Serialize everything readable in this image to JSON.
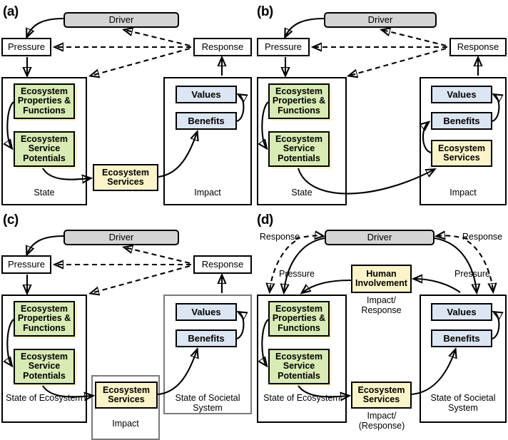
{
  "figure": {
    "accent_green": "#d9ebb4",
    "accent_yellow": "#fbf3c9",
    "accent_blue": "#dce5f2",
    "accent_grey": "#d4d4d4"
  },
  "panels": [
    {
      "id": "a",
      "label": "(a)",
      "driver": "Driver",
      "pressure": "Pressure",
      "response": "Response",
      "state_caption": "State",
      "impact_caption": "Impact",
      "eco_props": "Ecosystem Properties & Functions",
      "eco_potentials": "Ecosystem Service Potentials",
      "eco_services": "Ecosystem Services",
      "values": "Values",
      "benefits": "Benefits"
    },
    {
      "id": "b",
      "label": "(b)",
      "driver": "Driver",
      "pressure": "Pressure",
      "response": "Response",
      "state_caption": "State",
      "impact_caption": "Impact",
      "eco_props": "Ecosystem Properties & Functions",
      "eco_potentials": "Ecosystem Service Potentials",
      "eco_services": "Ecosystem Services",
      "values": "Values",
      "benefits": "Benefits"
    },
    {
      "id": "c",
      "label": "(c)",
      "driver": "Driver",
      "pressure": "Pressure",
      "response": "Response",
      "state_caption": "State of Ecosystem",
      "impact_caption": "Impact",
      "societal_caption": "State of Societal System",
      "eco_props": "Ecosystem Properties & Functions",
      "eco_potentials": "Ecosystem Service Potentials",
      "eco_services": "Ecosystem Services",
      "values": "Values",
      "benefits": "Benefits"
    },
    {
      "id": "d",
      "label": "(d)",
      "driver": "Driver",
      "response_left": "Response",
      "response_right": "Response",
      "pressure_left": "Pressure",
      "pressure_right": "Pressure",
      "human_involvement": "Human Involvement",
      "human_caption": "Impact/ Response",
      "state_caption": "State of Ecosystem",
      "societal_caption": "State of Societal System",
      "eco_props": "Ecosystem Properties & Functions",
      "eco_potentials": "Ecosystem Service Potentials",
      "eco_services": "Ecosystem Services",
      "services_caption": "Impact/ (Response)",
      "values": "Values",
      "benefits": "Benefits"
    }
  ]
}
